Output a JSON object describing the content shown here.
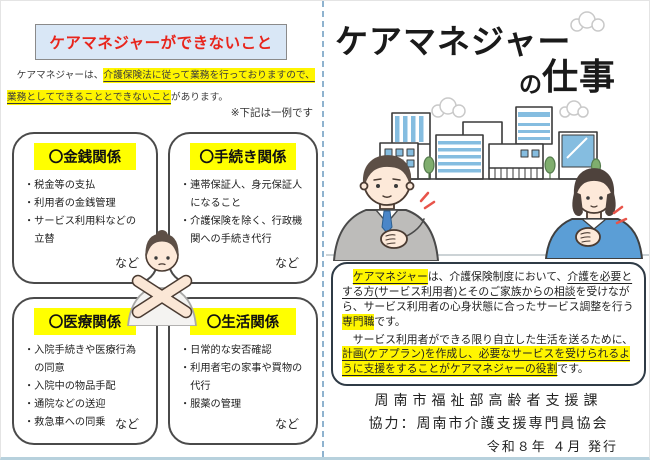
{
  "colors": {
    "highlight_yellow": "#fff500",
    "box_header_yellow": "#ffff00",
    "title_red": "#e8251c",
    "title_box_blue": "#d9e7f6",
    "divider_blue": "#8fb3cf",
    "bottom_edge_blue": "#b7d1dd",
    "building_accent_blue": "#85bde0",
    "suit_gray": "#bdbcba",
    "cardigan_blue": "#5b9ed6",
    "tree_green": "#7fae6e",
    "skin_tone": "#fde9d9",
    "hair_brown": "#5d4f46",
    "emphasis_red": "#e8544a"
  },
  "left_panel": {
    "title": "ケアマネジャーができないこと",
    "intro_segments": [
      {
        "t": "　ケアマネジャーは、"
      },
      {
        "t": "介護保険法に従って業務を行っておりますので、",
        "hl": true,
        "ul": true
      },
      {
        "t": "業務としてできることとできないこと",
        "hl": true,
        "ul": true
      },
      {
        "t": "があります。"
      }
    ],
    "note": "※下記は一例です",
    "boxes": [
      {
        "id": "money",
        "header": "〇金銭関係",
        "items": [
          "・税金等の支払",
          "・利用者の金銭管理",
          "・サービス利用料などの立替"
        ],
        "etc": "など"
      },
      {
        "id": "procedure",
        "header": "〇手続き関係",
        "items": [
          "・連帯保証人、身元保証人になること",
          "・介護保険を除く、行政機関への手続き代行"
        ],
        "etc": "など"
      },
      {
        "id": "medical",
        "header": "〇医療関係",
        "items": [
          "・入院手続きや医療行為の同意",
          "・入院中の物品手配",
          "・通院などの送迎",
          "・救急車への同乗"
        ],
        "etc": "など"
      },
      {
        "id": "life",
        "header": "〇生活関係",
        "items": [
          "・日常的な安否確認",
          "・利用者宅の家事や買物の代行",
          "・服薬の管理"
        ],
        "etc": "など"
      }
    ],
    "illustration": "woman-crossing-arms-x-gesture"
  },
  "right_panel": {
    "title_line1": "ケアマネジャー",
    "title_particle": "の",
    "title_word": "仕事",
    "illustration": "cityscape-with-man-and-woman-care-managers",
    "paragraph1_segments": [
      {
        "t": "　"
      },
      {
        "t": "ケアマネジャー",
        "hl": true,
        "ul": true
      },
      {
        "t": "は、介護保険制度において、"
      },
      {
        "t": "介護を必要とする方(サービス利用者)とそのご家族からの相談",
        "ul": true
      },
      {
        "t": "を受けながら、サービス利用者の心身状態に合ったサービス調整を行う"
      },
      {
        "t": "専門職",
        "hl": true
      },
      {
        "t": "です。"
      }
    ],
    "paragraph2_segments": [
      {
        "t": "　サービス利用者ができる限り自立した生活を送るために、"
      },
      {
        "t": "計画(ケアプラン)を作成し、必要なサービスを受けられるように支援をすることがケアマネジャーの役割",
        "hl": true,
        "ul": true
      },
      {
        "t": "です。"
      }
    ],
    "footer": {
      "line1": "周南市福祉部高齢者支援課",
      "line2": "協力：周南市介護支援専門員協会",
      "line3": "令和８年 ４月 発行"
    }
  }
}
